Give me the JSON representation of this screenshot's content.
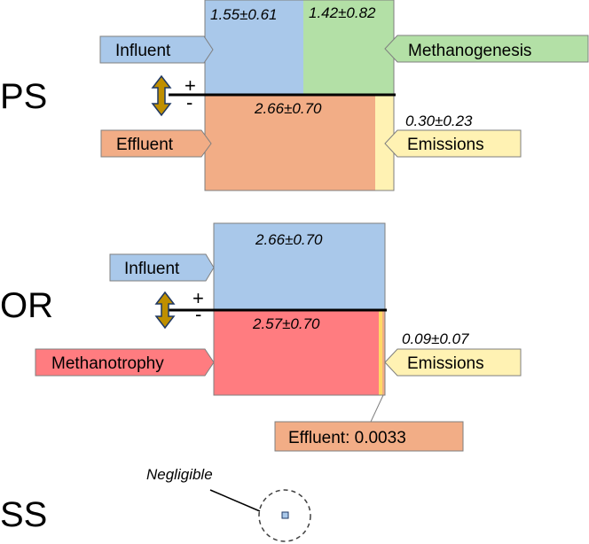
{
  "sections": {
    "ps": {
      "label": "PS",
      "top_left_value": "1.55±0.61",
      "top_right_value": "1.42±0.82",
      "bottom_value": "2.66±0.70",
      "emission_value": "0.30±0.23",
      "tags": {
        "influent": "Influent",
        "methanogenesis": "Methanogenesis",
        "effluent": "Effluent",
        "emissions": "Emissions"
      }
    },
    "or": {
      "label": "OR",
      "top_value": "2.66±0.70",
      "bottom_value": "2.57±0.70",
      "emission_value": "0.09±0.07",
      "tags": {
        "influent": "Influent",
        "methanotrophy": "Methanotrophy",
        "emissions": "Emissions",
        "effluent": "Effluent: 0.0033"
      }
    },
    "ss": {
      "label": "SS",
      "note": "Negligible"
    }
  },
  "balance_signs": {
    "plus": "+",
    "minus": "-"
  },
  "colors": {
    "blue": "#a9c8ea",
    "green": "#b3e0a6",
    "orange": "#f2ad86",
    "pale_yellow": "#fff2b3",
    "red": "#ff7c80",
    "arrow_gold": "#bf8f00",
    "arrow_outline": "#1f3864",
    "box_border": "#7f7f7f"
  }
}
